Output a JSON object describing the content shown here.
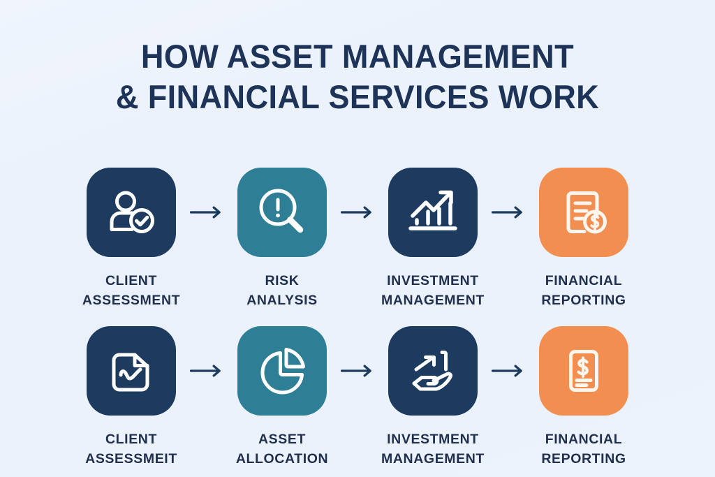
{
  "poster": {
    "title_lines": [
      "HOW ASSET MANAGEMENT",
      "& FINANCIAL SERVICES WORK"
    ],
    "background_color": "#eef4fc",
    "title_color": "#1d3357",
    "label_color": "#1f2f4d",
    "arrow_color": "#1d3a5f",
    "palette": {
      "navy": "#1d3a5f",
      "teal": "#2e7f96",
      "orange": "#f28f50",
      "icon_stroke": "#fdf6ef",
      "icon_stroke_white": "#ffffff"
    }
  },
  "rows": [
    {
      "name": "process-row-1",
      "steps": [
        {
          "icon": "user-check-icon",
          "tile_color": "navy",
          "label_lines": [
            "CLIENT",
            "ASSESSMENT"
          ]
        },
        {
          "icon": "magnifier-alert-icon",
          "tile_color": "teal",
          "label_lines": [
            "RISK",
            "ANALYSIS"
          ]
        },
        {
          "icon": "bar-chart-growth-icon",
          "tile_color": "navy",
          "label_lines": [
            "INVESTMENT",
            "MANAGEMENT"
          ]
        },
        {
          "icon": "document-dollar-coin-icon",
          "tile_color": "orange",
          "label_lines": [
            "FINANCIAL",
            "REPORTING"
          ]
        }
      ],
      "arrows": [
        "arrow-right-icon",
        "arrow-right-icon",
        "arrow-right-icon"
      ]
    },
    {
      "name": "process-row-2",
      "steps": [
        {
          "icon": "document-wave-chart-icon",
          "tile_color": "navy",
          "label_lines": [
            "CLIENT",
            "ASSESSMEIT"
          ]
        },
        {
          "icon": "pie-chart-icon",
          "tile_color": "teal",
          "label_lines": [
            "ASSET",
            "ALLOCATION"
          ]
        },
        {
          "icon": "hand-growth-arrow-icon",
          "tile_color": "navy",
          "label_lines": [
            "INVESTMENT",
            "MANAGEMENT"
          ]
        },
        {
          "icon": "invoice-dollar-icon",
          "tile_color": "orange",
          "label_lines": [
            "FINANCIAL",
            "REPORTING"
          ]
        }
      ],
      "arrows": [
        "arrow-right-icon",
        "arrow-right-icon",
        "arrow-right-icon"
      ]
    }
  ]
}
